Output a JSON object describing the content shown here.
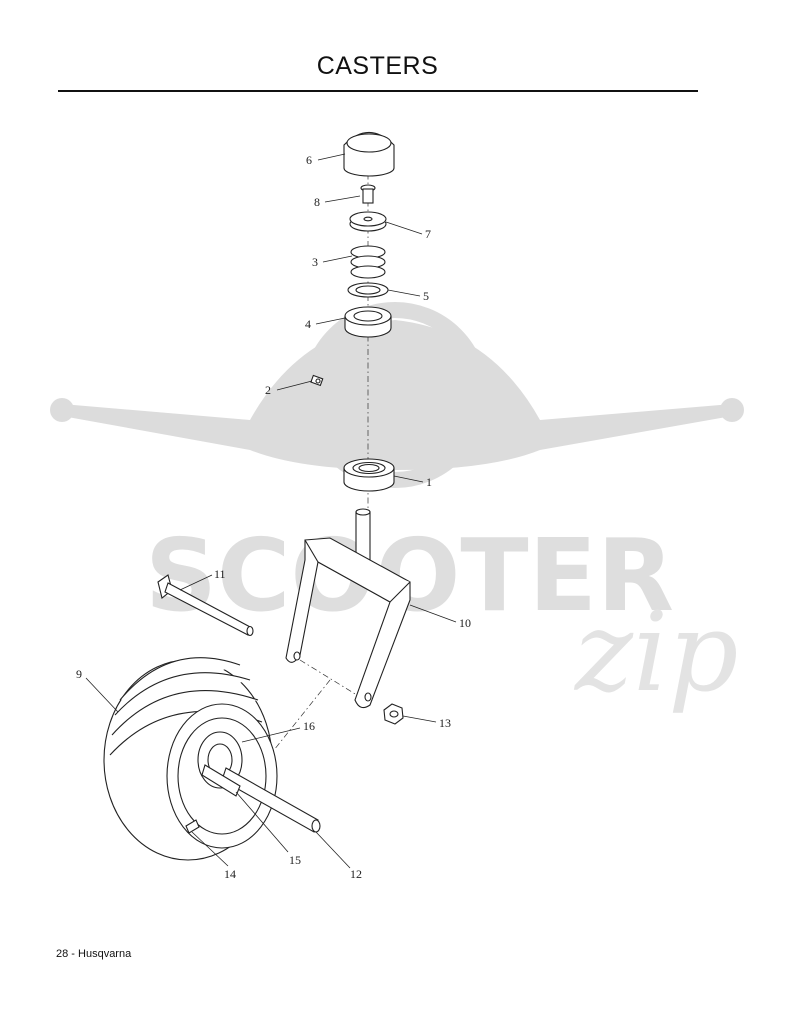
{
  "header": {
    "title": "CASTERS"
  },
  "footer": {
    "text": "28 - Husqvarna"
  },
  "watermark": {
    "text": "SCOOTER",
    "script": "zip",
    "color": "#d9d9d9"
  },
  "callouts": [
    {
      "id": "6",
      "label": "6"
    },
    {
      "id": "8",
      "label": "8"
    },
    {
      "id": "7",
      "label": "7"
    },
    {
      "id": "3",
      "label": "3"
    },
    {
      "id": "5",
      "label": "5"
    },
    {
      "id": "4",
      "label": "4"
    },
    {
      "id": "2",
      "label": "2"
    },
    {
      "id": "1",
      "label": "1"
    },
    {
      "id": "11",
      "label": "11"
    },
    {
      "id": "10",
      "label": "10"
    },
    {
      "id": "9",
      "label": "9"
    },
    {
      "id": "16",
      "label": "16"
    },
    {
      "id": "13",
      "label": "13"
    },
    {
      "id": "15",
      "label": "15"
    },
    {
      "id": "14",
      "label": "14"
    },
    {
      "id": "12",
      "label": "12"
    }
  ]
}
